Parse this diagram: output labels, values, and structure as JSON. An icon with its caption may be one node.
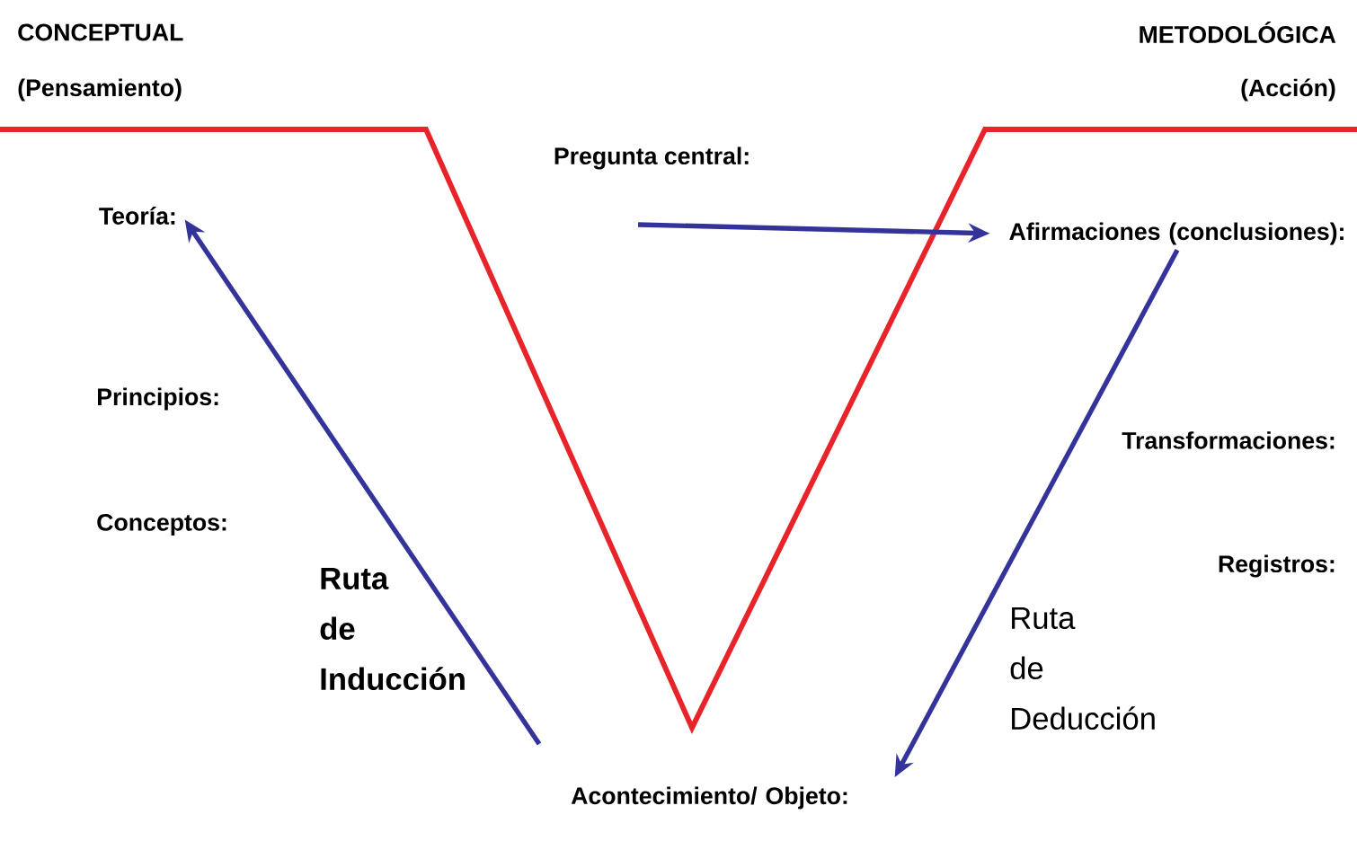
{
  "diagram": {
    "nodes": [
      {
        "text": [
          "Teoría:"
        ]
      },
      {
        "text": [
          "Pregunta central:"
        ]
      },
      {
        "text": [
          "Afirmaciones (conclusiones):"
        ]
      },
      {
        "text": [
          "Acontecimiento/ Objeto:"
        ]
      }
    ],
    "edges": [
      {
        "from": null,
        "to": 0,
        "arrow": "to"
      },
      {
        "from": null,
        "to": 2,
        "arrow": "to"
      },
      {
        "from": 2,
        "to": 3,
        "arrow": "to"
      }
    ],
    "labels": [
      "CONCEPTUAL",
      "METODOLÓGICA",
      "(Pensamiento)",
      "(Acción)",
      "Principios:",
      "Transformaciones:",
      "Conceptos:",
      "Registros:",
      "Ruta de Inducción",
      "Ruta de Deducción"
    ]
  }
}
